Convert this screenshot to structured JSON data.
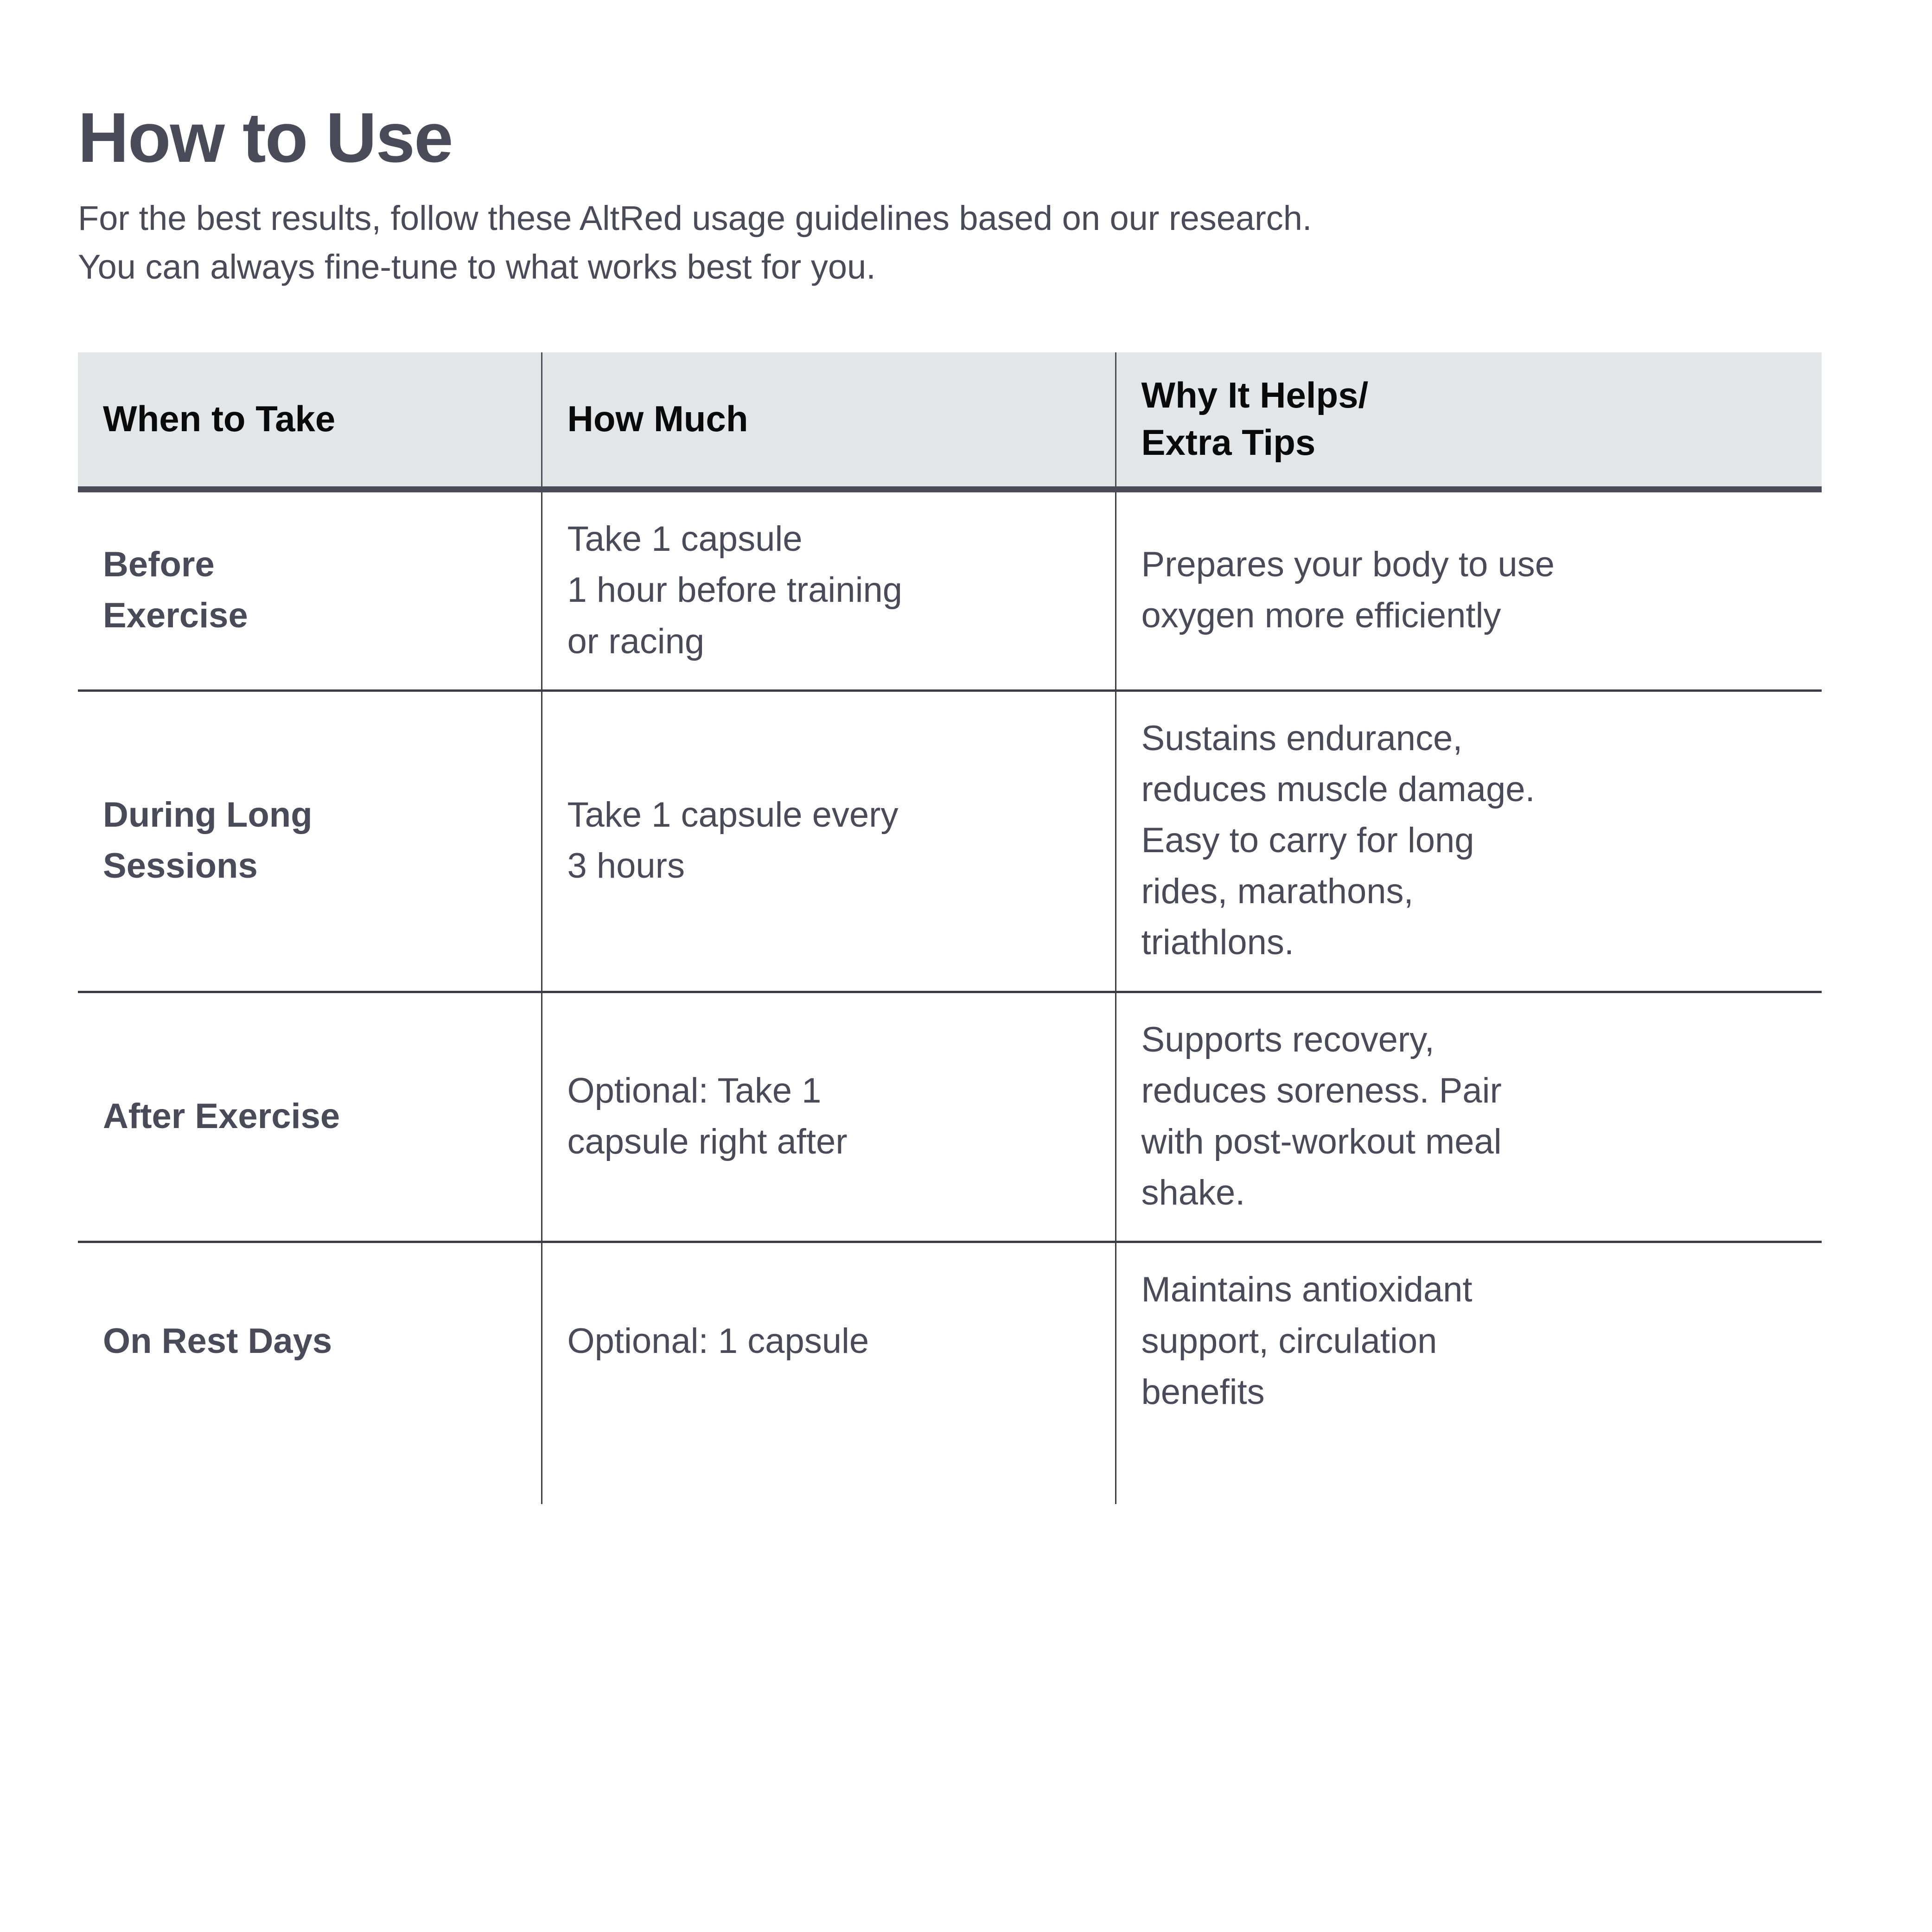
{
  "header": {
    "title": "How to Use",
    "subtitle_lines": [
      "For the best results, follow these AltRed usage guidelines based on our research.",
      "You can always fine-tune to what works best for you."
    ]
  },
  "colors": {
    "title_text": "#4a4a58",
    "body_text": "#4a4a58",
    "header_text": "#0a0a0a",
    "header_background": "#e4e5e7",
    "header_rule": "#4a4a58",
    "grid_line": "#3c3c46",
    "page_background": "#ffffff"
  },
  "table": {
    "columns": [
      {
        "label_lines": [
          "When to Take"
        ]
      },
      {
        "label_lines": [
          "How Much"
        ]
      },
      {
        "label_lines": [
          "Why It Helps/",
          "Extra Tips"
        ]
      }
    ],
    "rows": [
      {
        "when_lines": [
          "Before",
          "Exercise"
        ],
        "how_much_lines": [
          "Take 1 capsule",
          "1 hour before training",
          "or racing"
        ],
        "why_lines": [
          "Prepares your body to use",
          "oxygen more efficiently"
        ]
      },
      {
        "when_lines": [
          "During Long",
          "Sessions"
        ],
        "how_much_lines": [
          "Take 1 capsule every",
          "3 hours"
        ],
        "why_lines": [
          "Sustains endurance,",
          "reduces muscle damage.",
          "Easy to carry for long",
          "rides, marathons,",
          "triathlons."
        ]
      },
      {
        "when_lines": [
          "After Exercise"
        ],
        "how_much_lines": [
          "Optional: Take 1",
          "capsule right after"
        ],
        "why_lines": [
          "Supports recovery,",
          "reduces soreness. Pair",
          "with post-workout meal",
          "shake."
        ]
      },
      {
        "when_lines": [
          "On Rest Days"
        ],
        "how_much_lines": [
          "Optional: 1 capsule"
        ],
        "why_lines": [
          "Maintains antioxidant",
          "support, circulation",
          "benefits"
        ]
      }
    ]
  }
}
